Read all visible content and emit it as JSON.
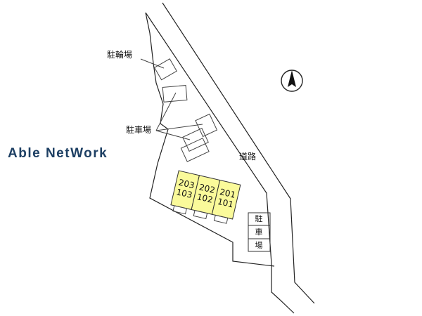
{
  "watermark": "Able NetWork",
  "labels": {
    "bicycle_parking": "駐輪場",
    "car_parking": "駐車場",
    "road": "道路",
    "car_parking_vertical": [
      "駐",
      "車",
      "場"
    ]
  },
  "units": [
    {
      "top": "203",
      "bottom": "103"
    },
    {
      "top": "202",
      "bottom": "102"
    },
    {
      "top": "201",
      "bottom": "101"
    }
  ],
  "colors": {
    "building_fill": "#fafa9a",
    "line": "#222222"
  },
  "icons": {
    "north": "north-arrow-icon"
  }
}
